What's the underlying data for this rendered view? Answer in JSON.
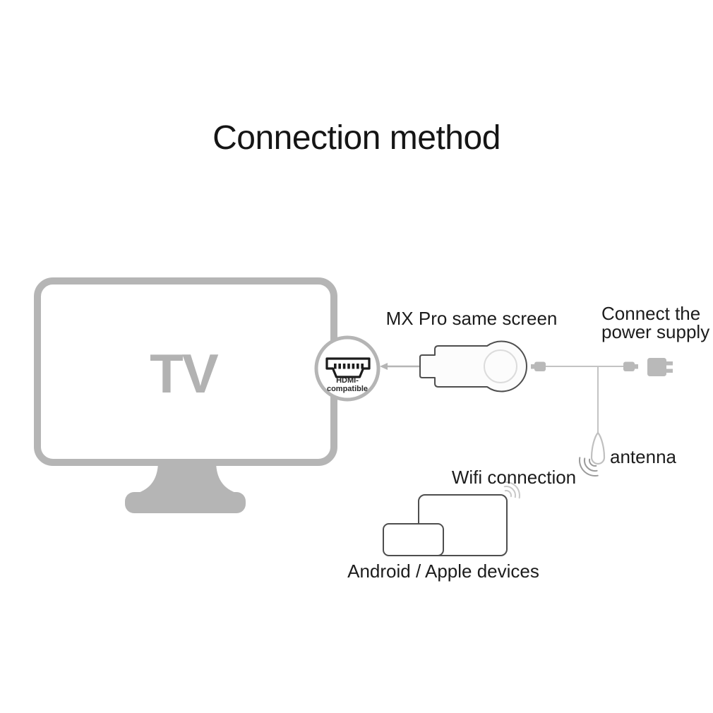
{
  "title": "Connection method",
  "colors": {
    "outline_gray": "#b5b5b5",
    "dark_outline": "#4e4e4e",
    "cable_gray": "#c3c3c3",
    "connector_gray": "#b9b9b9",
    "text_dark": "#1c1c1c",
    "tv_text_gray": "#b2b2b2",
    "wave_gray": "#9b9b9b",
    "light_wave_gray": "#c8c8c8",
    "antenna_gray": "#c0c0c0",
    "inner_ring_gray": "#dcdcdc",
    "icon_dark": "#1c1c1c"
  },
  "diagram": {
    "tv": {
      "label": "TV"
    },
    "hdmi": {
      "label_line1": "HDMI-",
      "label_line2": "compatible"
    },
    "dongle": {
      "label": "MX Pro same screen"
    },
    "power": {
      "label_line1": "Connect the",
      "label_line2": "power supply"
    },
    "antenna": {
      "label": "antenna"
    },
    "wifi": {
      "label": "Wifi connection"
    },
    "devices": {
      "label": "Android / Apple devices"
    }
  }
}
